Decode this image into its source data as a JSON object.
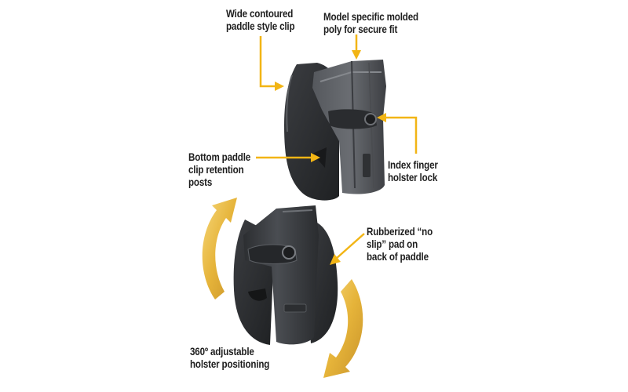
{
  "callouts": {
    "paddle_clip": "Wide contoured\npaddle style  clip",
    "molded_poly": "Model specific molded\npoly for secure fit",
    "bottom_posts": "Bottom  paddle\nclip retention\nposts",
    "index_lock": "Index finger\nholster lock",
    "rubberized_pad": "Rubberized “no\nslip” pad on\nback of paddle",
    "adjustable": "360º adjustable\nholster positioning"
  },
  "colors": {
    "leader_line": "#f2b515",
    "rotation_arrow": "#e8b93c",
    "holster_body": "#3a3c40",
    "holster_highlight": "#6e7176",
    "text": "#1e1e1e",
    "background": "#ffffff"
  }
}
